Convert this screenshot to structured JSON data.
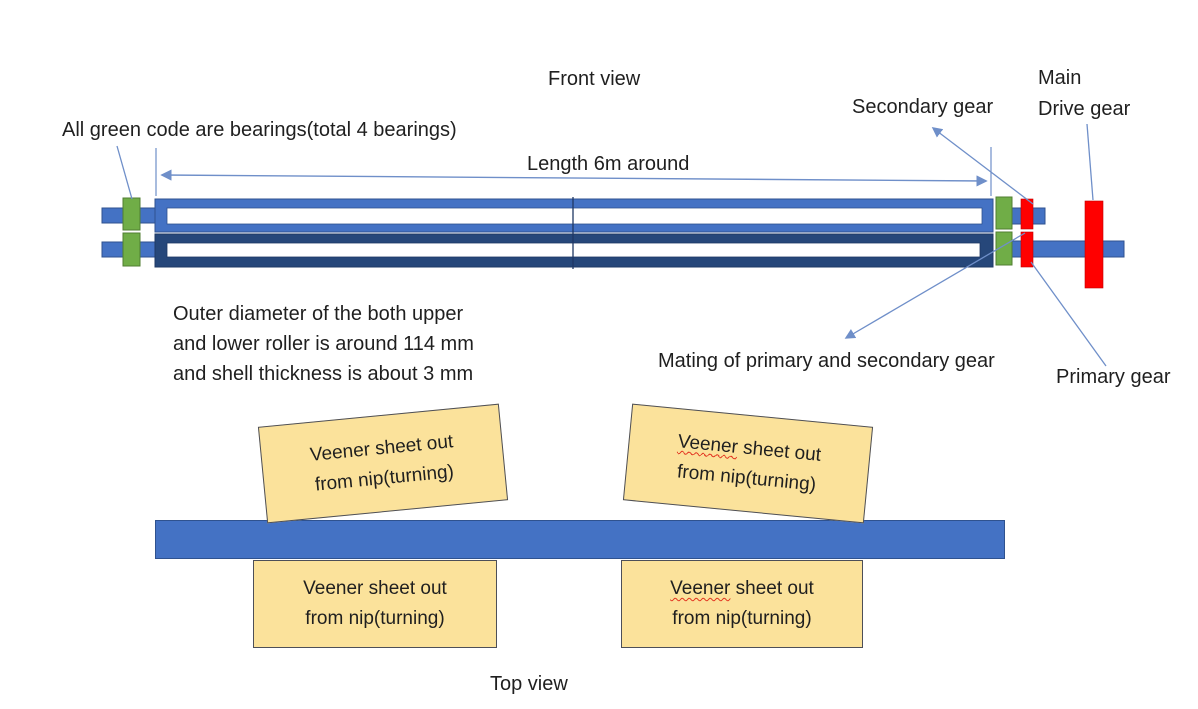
{
  "diagram_title_front": "Front view",
  "diagram_title_top": "Top view",
  "palette": {
    "shaft_blue": "#4472C4",
    "roller_dark_blue": "#26477A",
    "bearing_green": "#70AD47",
    "gear_red": "#FF0000",
    "note_yellow": "#FBE29B",
    "leader_line_blue": "#6F8FC9",
    "text_color": "#1F1F1F"
  },
  "front_view": {
    "title": "Front view",
    "bearings_note": "All green code are bearings(total 4 bearings)",
    "length_note": "Length 6m around",
    "diameter_note": "Outer diameter of the both upper\nand lower roller is around 114 mm\nand shell thickness is about 3 mm",
    "main_drive_gear_label": "Main\nDrive gear",
    "secondary_gear_label": "Secondary gear",
    "mating_note": "Mating of primary and secondary gear",
    "primary_gear_label": "Primary gear",
    "components": [
      "upper-roller",
      "lower-roller",
      "bearing-left-upper",
      "bearing-left-lower",
      "bearing-right-upper",
      "bearing-right-lower",
      "secondary-gear",
      "primary-gear",
      "main-drive-gear"
    ]
  },
  "top_view": {
    "title": "Top view",
    "boxes": [
      {
        "position": "top-left",
        "word": "Veener",
        "rest": " sheet out",
        "line2": "from nip(turning)",
        "misspell_underline": false
      },
      {
        "position": "top-right",
        "word": "Veener",
        "rest": " sheet out",
        "line2": "from nip(turning)",
        "misspell_underline": true
      },
      {
        "position": "bottom-left",
        "word": "Veener",
        "rest": " sheet out",
        "line2": "from nip(turning)",
        "misspell_underline": false
      },
      {
        "position": "bottom-right",
        "word": "Veener",
        "rest": " sheet out",
        "line2": "from nip(turning)",
        "misspell_underline": true
      }
    ]
  }
}
